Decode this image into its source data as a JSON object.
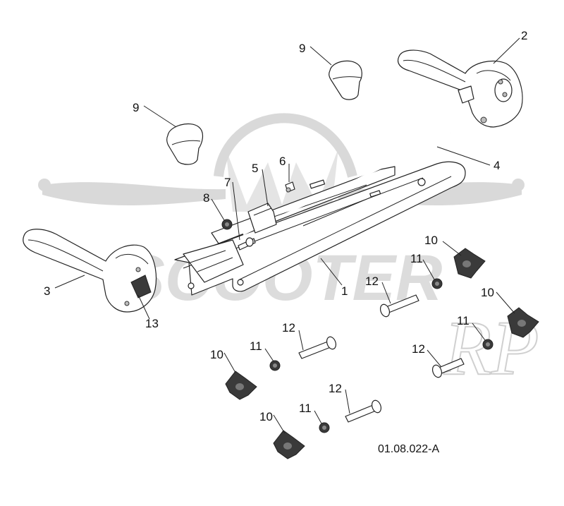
{
  "drawing_code": "01.08.022-A",
  "watermark": {
    "brand": "SCOOTER",
    "suffix": "RP"
  },
  "callouts": {
    "c1": "1",
    "c2": "2",
    "c3": "3",
    "c4": "4",
    "c5": "5",
    "c6": "6",
    "c7": "7",
    "c8": "8",
    "c9a": "9",
    "c9b": "9",
    "c10a": "10",
    "c10b": "10",
    "c10c": "10",
    "c10d": "10",
    "c11a": "11",
    "c11b": "11",
    "c11c": "11",
    "c11d": "11",
    "c12a": "12",
    "c12b": "12",
    "c12c": "12",
    "c12d": "12",
    "c13": "13"
  },
  "colors": {
    "line": "#222222",
    "watermark": "#d9d9d9",
    "dark_part": "#3a3a3a"
  }
}
